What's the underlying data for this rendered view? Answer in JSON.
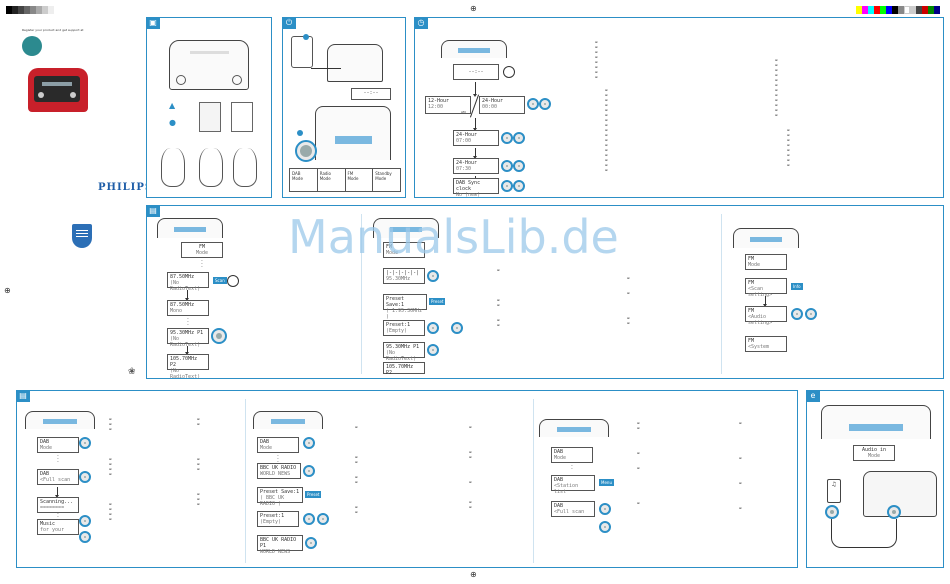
{
  "header": {
    "small_title": "Register your product and get support at"
  },
  "brand": {
    "name": "PHILIPS"
  },
  "watermark": {
    "text": "ManualsLib.de"
  },
  "colors": {
    "accent": "#2c8fc6",
    "lcd_highlight": "#7ab8e0",
    "radio_red": "#c8202a"
  },
  "setup_panel": {
    "screens": [
      {
        "line1": "--:--",
        "line2": ""
      },
      {
        "line1": "12-Hour",
        "line2": "12:00"
      },
      {
        "line1": "24-Hour",
        "line2": "00:00"
      },
      {
        "line1": "24-Hour",
        "line2": "07:00"
      },
      {
        "line1": "24-Hour",
        "line2": "07:30"
      },
      {
        "line1": "DAB Sync clock",
        "line2": "No (new)"
      }
    ],
    "am_label": "AM"
  },
  "connect_panel": {
    "screen_text": "--:--",
    "modes": [
      {
        "line1": "DAB",
        "line2": "Mode"
      },
      {
        "line1": "Radio",
        "line2": "Mode"
      },
      {
        "line1": "FM",
        "line2": "Mode"
      },
      {
        "line1": "Standby",
        "line2": "Mode"
      }
    ]
  },
  "fm_panel": {
    "col1": [
      {
        "line1": "FM",
        "line2": "Mode"
      },
      {
        "line1": "87.50MHz",
        "line2": "(No RadioText)"
      },
      {
        "line1": "87.50MHz",
        "line2": "Mono"
      },
      {
        "line1": "95.30MHz",
        "line2": "(No RadioText)",
        "tag": "P1"
      },
      {
        "line1": "105.70MHz",
        "line2": "(No RadioText)",
        "tag": "P2"
      }
    ],
    "scan_badge": "Scan",
    "col2": [
      {
        "line1": "FM",
        "line2": "Mode"
      },
      {
        "line1": "|-|-|-|-|-|",
        "line2": "95.30MHz"
      },
      {
        "line1": "Preset Save:1",
        "line2": "( 1.95.30MHz )"
      },
      {
        "line1": "Preset:1",
        "line2": "(Empty)"
      },
      {
        "line1": "95.30MHz",
        "line2": "(No RadioText)",
        "tag": "P1"
      },
      {
        "line1": "105.70MHz",
        "line2": "",
        "tag": "P2"
      }
    ],
    "preset_badge": "Preset",
    "col3": [
      {
        "line1": "FM",
        "line2": "Mode"
      },
      {
        "line1": "FM",
        "line2": "<Scan setting>"
      },
      {
        "line1": "FM",
        "line2": "<Audio setting>"
      },
      {
        "line1": "FM",
        "line2": "<System"
      }
    ],
    "info_badge": "Info"
  },
  "dab_panel": {
    "col1": [
      {
        "line1": "DAB",
        "line2": "Mode"
      },
      {
        "line1": "DAB",
        "line2": "<Full scan"
      },
      {
        "line1": "Scanning...",
        "line2": "========"
      },
      {
        "line1": "Music",
        "line2": "for your"
      }
    ],
    "col2": [
      {
        "line1": "DAB",
        "line2": "Mode"
      },
      {
        "line1": "BBC UK RADIO",
        "line2": "WORLD NEWS"
      },
      {
        "line1": "Preset Save:1",
        "line2": "( BBC UK RADIO )"
      },
      {
        "line1": "Preset:1",
        "line2": "(Empty)"
      },
      {
        "line1": "BBC UK RADIO P1",
        "line2": "WORLD NEWS"
      }
    ],
    "preset_badge": "Preset",
    "col3": [
      {
        "line1": "DAB",
        "line2": "Mode"
      },
      {
        "line1": "DAB",
        "line2": "<Station list"
      },
      {
        "line1": "DAB",
        "line2": "<Full scan"
      }
    ],
    "menu_badge": "Menu"
  },
  "audio_panel": {
    "screen": {
      "line1": "Audio in",
      "line2": "Mode"
    }
  }
}
